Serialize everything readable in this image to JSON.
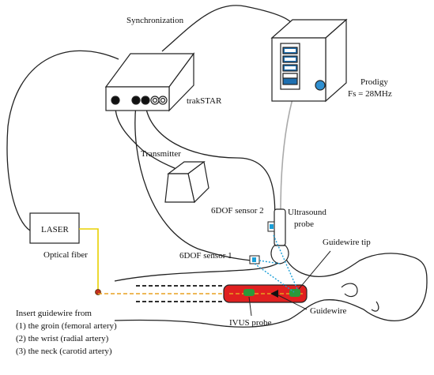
{
  "labels": {
    "synchronization": "Synchronization",
    "trakstar": "trakSTAR",
    "prodigy": "Prodigy",
    "fs": "Fs = 28MHz",
    "transmitter": "Transmitter",
    "sensor2": "6DOF sensor 2",
    "ultrasound_line1": "Ultrasound",
    "ultrasound_line2": "probe",
    "laser": "LASER",
    "optical_fiber": "Optical fiber",
    "sensor1": "6DOF sensor 1",
    "guidewire_tip": "Guidewire tip",
    "guidewire": "Guidewire",
    "ivus_probe": "IVUS probe",
    "insert_title": "Insert guidewire from",
    "insert_1": "(1) the groin (femoral artery)",
    "insert_2": "(2) the wrist (radial artery)",
    "insert_3": "(3) the neck (carotid artery)"
  },
  "colors": {
    "fiber": "#e8d000",
    "screen_blue": "#1e6fb0",
    "knob_blue": "#2f8fd0",
    "catheter_red": "#e02020",
    "ivus_green": "#2a9a3a",
    "sensor_blue": "#1a9fd8",
    "cable_gray": "#aaaaaa",
    "outline": "#222222"
  }
}
